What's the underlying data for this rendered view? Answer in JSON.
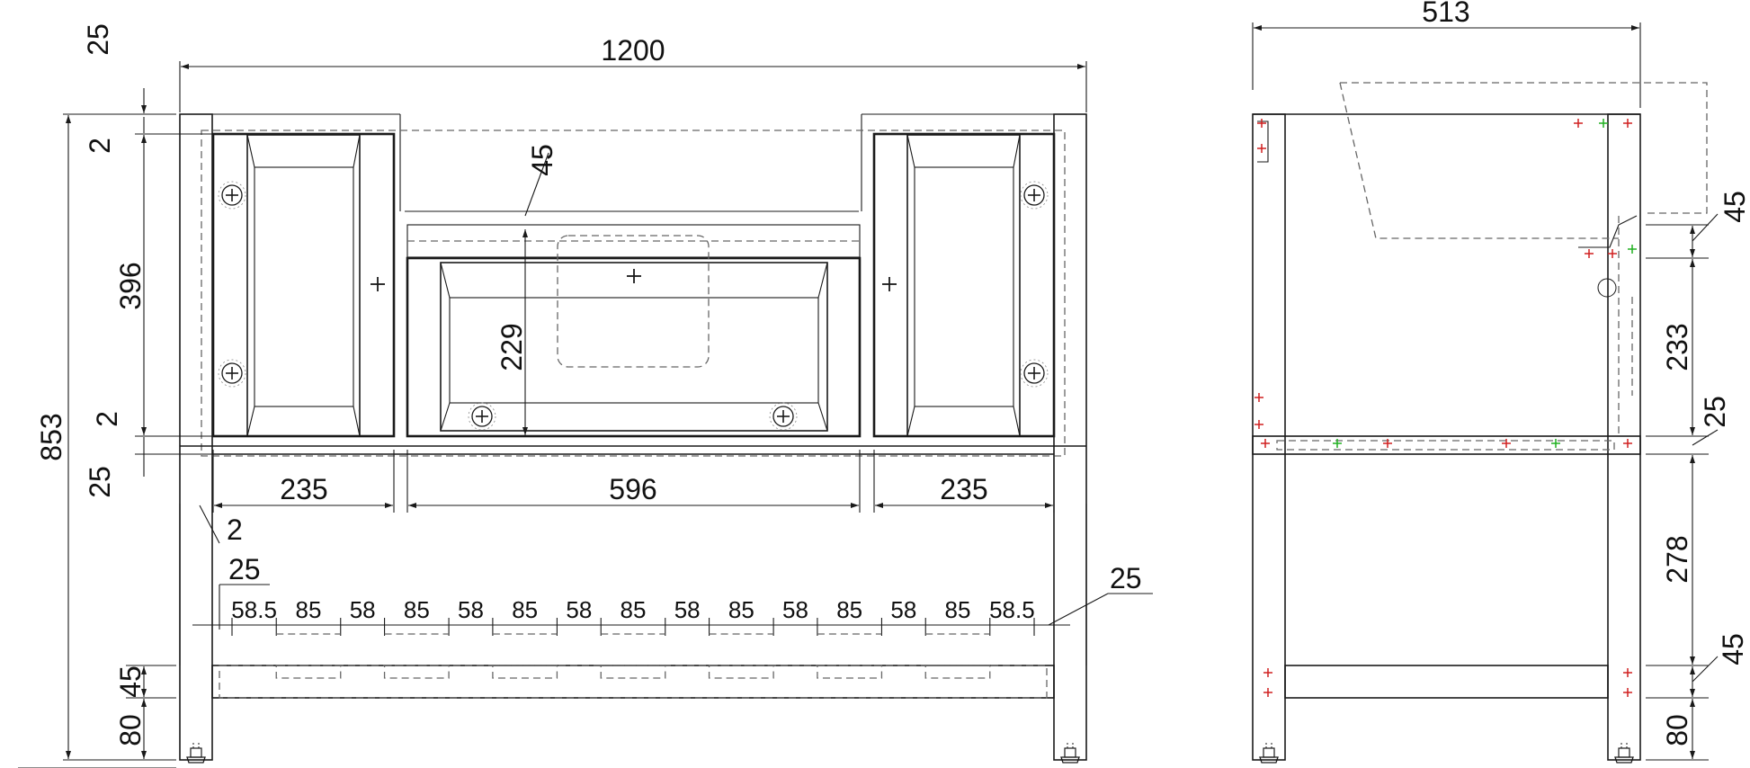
{
  "front_view": {
    "overall_width": "1200",
    "overall_height": "853",
    "top_thickness": "25",
    "gap_top": "2",
    "cabinet_height": "396",
    "gap_bottom": "2",
    "bottom_rail": "25",
    "drawer_offset": "45",
    "drawer_height": "229",
    "left_door_width": "235",
    "drawer_width": "596",
    "right_door_width": "235",
    "side_gap": "2",
    "leg_offset_left": "25",
    "leg_offset_right": "25",
    "shelf_spacing": [
      "58.5",
      "85",
      "58",
      "85",
      "58",
      "85",
      "58",
      "85",
      "58",
      "85",
      "58",
      "85",
      "58",
      "85",
      "58.5"
    ],
    "shelf_rail_height": "45",
    "foot_height": "80"
  },
  "side_view": {
    "depth": "513",
    "top_rail_offset": "45",
    "side_panel_height": "233",
    "middle_rail": "25",
    "lower_space": "278",
    "shelf_rail_height": "45",
    "foot_height": "80"
  },
  "icons": {
    "screw": "screw-cross-icon",
    "handle": "handle-cross-icon",
    "foot": "adjustable-foot-icon"
  },
  "colors": {
    "line": "#1a1a1a",
    "hidden_line": "#666666",
    "fastener_red": "#d02020",
    "fastener_green": "#20b020"
  }
}
